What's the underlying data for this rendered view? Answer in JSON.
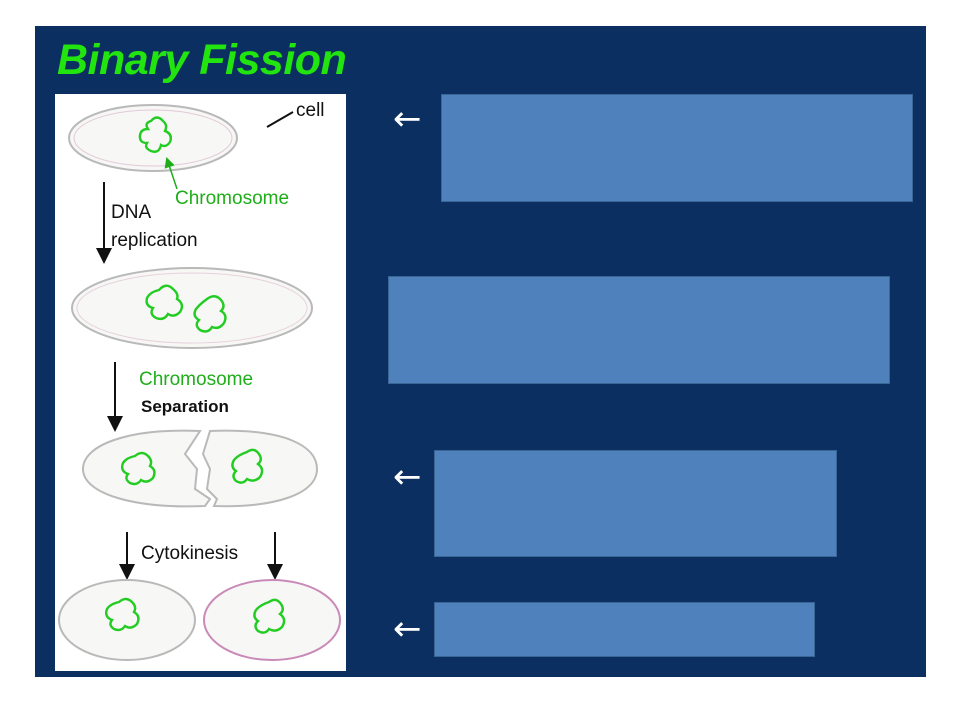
{
  "slide": {
    "title": "Binary Fission",
    "background_color": "#0a2f60",
    "title_color": "#22e40e"
  },
  "diagram": {
    "labels": {
      "cell": "cell",
      "chromosome_pointer": "Chromosome",
      "step1_line1": "DNA",
      "step1_line2": "replication",
      "step2_line1": "Chromosome",
      "step2_line2": "Separation",
      "step3": "Cytokinesis"
    },
    "chromosome_color": "#22cc22",
    "arrow_symbol": "←",
    "answer_box_color": "#4f81bd"
  }
}
